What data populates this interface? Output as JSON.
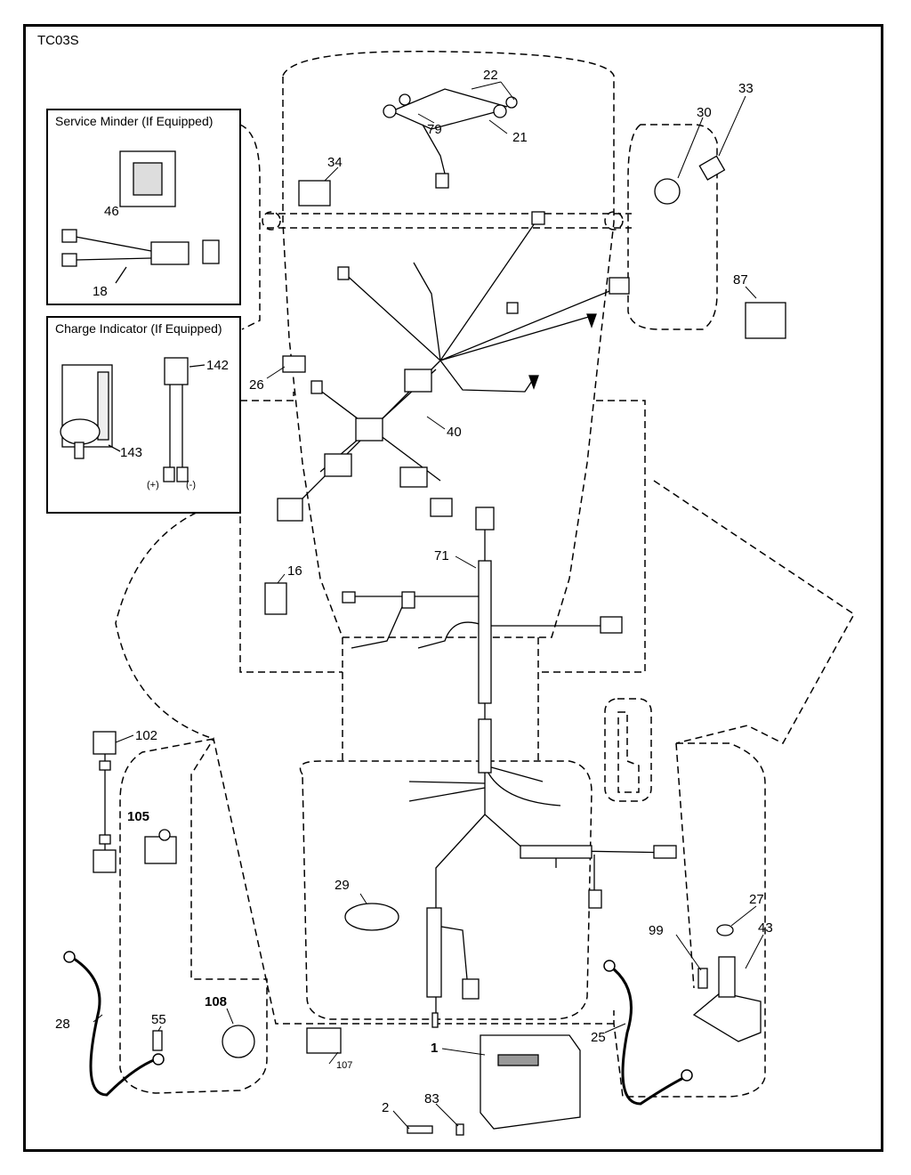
{
  "diagram": {
    "code": "TC03S",
    "boxes": {
      "service_minder": "Service Minder (If Equipped)",
      "charge_indicator": "Charge Indicator (If Equipped)"
    },
    "polarity": {
      "positive": "(+)",
      "negative": "(-)"
    },
    "parts": {
      "p1": "1",
      "p2": "2",
      "p16": "16",
      "p18": "18",
      "p21": "21",
      "p22": "22",
      "p25": "25",
      "p26": "26",
      "p27": "27",
      "p28": "28",
      "p29": "29",
      "p30": "30",
      "p33": "33",
      "p34": "34",
      "p40": "40",
      "p43": "43",
      "p46": "46",
      "p55": "55",
      "p71": "71",
      "p79": "79",
      "p83": "83",
      "p87": "87",
      "p99": "99",
      "p102": "102",
      "p105": "105",
      "p107": "107",
      "p108": "108",
      "p142": "142",
      "p143": "143"
    }
  }
}
